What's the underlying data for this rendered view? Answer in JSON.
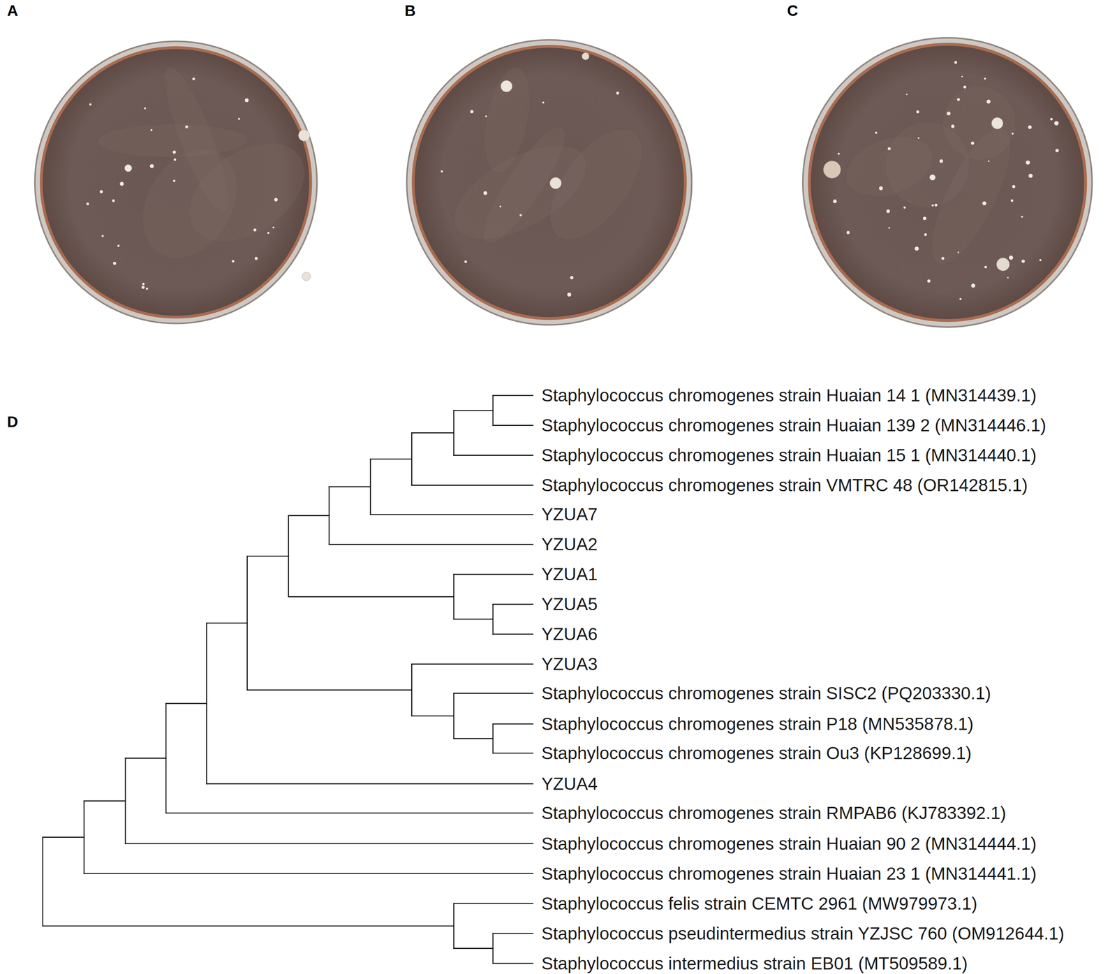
{
  "diagram": {
    "labels": [
      "A",
      "B",
      "C",
      "D",
      "Staphylococcus chromogenes strain Huaian 14 1 (MN314439.1)",
      "Staphylococcus chromogenes strain Huaian 139 2 (MN314446.1)",
      "Staphylococcus chromogenes strain Huaian 15 1 (MN314440.1)",
      "Staphylococcus chromogenes strain VMTRC 48 (OR142815.1)",
      "YZUA7",
      "YZUA2",
      "YZUA1",
      "YZUA5",
      "YZUA6",
      "YZUA3",
      "Staphylococcus chromogenes strain SISC2 (PQ203330.1)",
      "Staphylococcus chromogenes strain P18 (MN535878.1)",
      "Staphylococcus chromogenes strain Ou3 (KP128699.1)",
      "YZUA4",
      "Staphylococcus chromogenes strain RMPAB6 (KJ783392.1)",
      "Staphylococcus chromogenes strain Huaian 90 2 (MN314444.1)",
      "Staphylococcus chromogenes strain Huaian 23 1 (MN314441.1)",
      "Staphylococcus felis strain CEMTC 2961 (MW979973.1)",
      "Staphylococcus pseudintermedius strain YZJSC 760 (OM912644.1)",
      "Staphylococcus intermedius strain EB01 (MT509589.1)"
    ]
  }
}
